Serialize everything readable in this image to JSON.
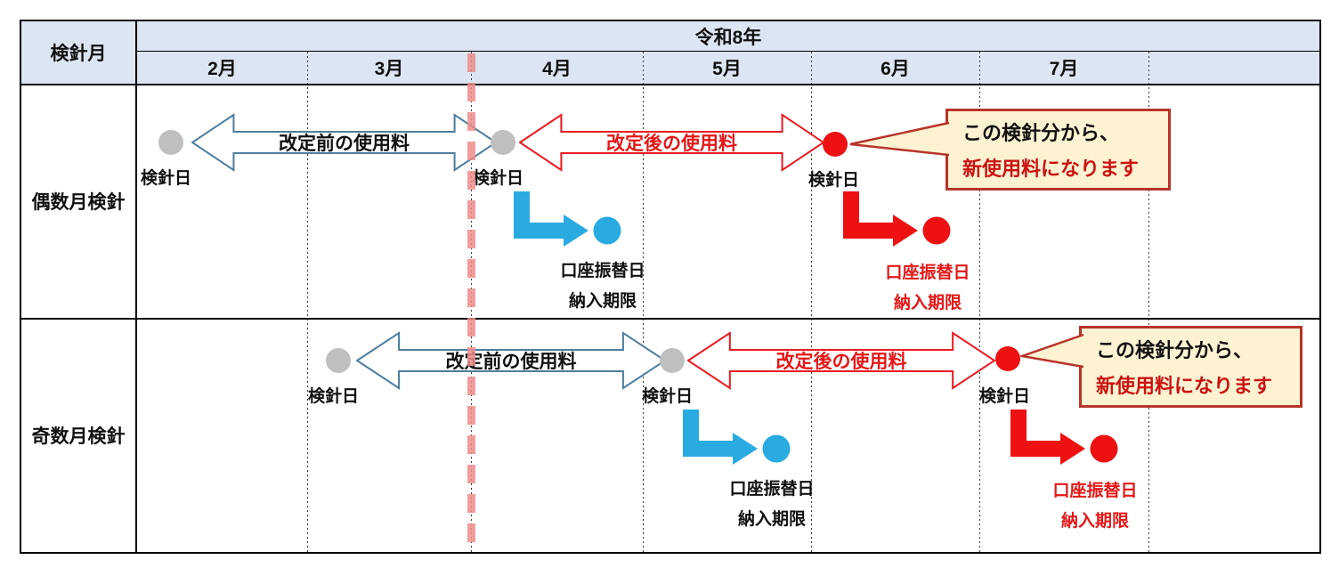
{
  "header": {
    "meter_month_col": "検針月",
    "year": "令和8年",
    "months": [
      "2月",
      "3月",
      "4月",
      "5月",
      "6月",
      "7月"
    ]
  },
  "rows": [
    {
      "label": "偶数月検針",
      "meter_reading_months": [
        "2月",
        "4月",
        "6月"
      ],
      "new_rate_month": "6月"
    },
    {
      "label": "奇数月検針",
      "meter_reading_months": [
        "3月",
        "5月",
        "7月"
      ],
      "new_rate_month": "7月"
    }
  ],
  "labels": {
    "meter_day": "検針日",
    "before_revision": "改定前の使用料",
    "after_revision": "改定後の使用料",
    "account_transfer_day": "口座振替日",
    "payment_deadline": "納入期限"
  },
  "callout": {
    "line1": "この検針分から、",
    "line2": "新使用料になります"
  },
  "colors": {
    "header_bg": "#dbe6f2",
    "before_arrow_outline": "#4e7e9e",
    "after_arrow_outline": "#ea1b22",
    "gray_dot": "#bfbfbf",
    "red_dot": "#ee1111",
    "cyan_arrow": "#29abe2",
    "red_text": "#e51717",
    "callout_bg": "#fdf3d2",
    "callout_border": "#b8342a",
    "rate_change_dash": "#ef8c8c"
  }
}
